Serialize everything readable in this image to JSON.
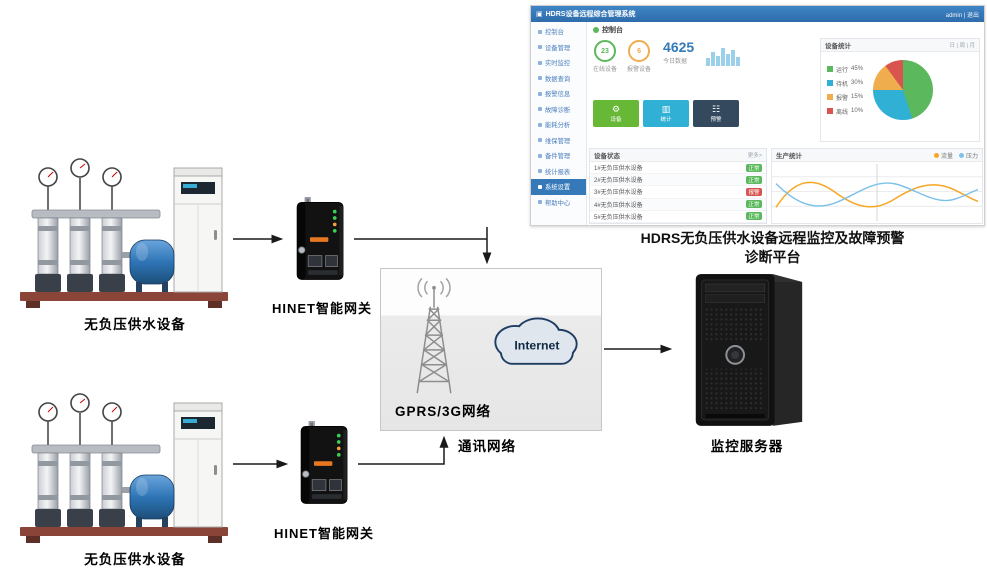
{
  "diagram": {
    "pump1_label": "无负压供水设备",
    "pump2_label": "无负压供水设备",
    "gateway1_label": "HINET智能网关",
    "gateway2_label": "HINET智能网关",
    "network_title": "GPRS/3G网络",
    "network_caption": "通讯网络",
    "internet_label": "Internet",
    "server_caption": "监控服务器",
    "platform_caption_line1": "HDRS无负压供水设备远程监控及故障预警",
    "platform_caption_line2": "诊断平台"
  },
  "dashboard": {
    "header_title": "HDRS设备远程综合管理系统",
    "header_user": "admin | 退出",
    "nav_items": [
      "控制台",
      "设备管理",
      "实时监控",
      "数据查询",
      "报警信息",
      "故障诊断",
      "能耗分析",
      "维保管理",
      "备件管理",
      "统计报表",
      "系统设置",
      "帮助中心"
    ],
    "nav_active_index": 10,
    "page_title": "控制台",
    "rings": [
      {
        "value": "23",
        "label": "在线设备",
        "color": "#5cb85c"
      },
      {
        "value": "6",
        "label": "报警设备",
        "color": "#f0ad4e"
      }
    ],
    "big_stat": {
      "value": "4625",
      "label": "今日数据",
      "color": "#337ab7"
    },
    "spark_bars": [
      8,
      14,
      10,
      18,
      12,
      16,
      9
    ],
    "tiles": [
      {
        "color": "#67b837",
        "icon": "⚙",
        "label": "设备"
      },
      {
        "color": "#31b0d5",
        "icon": "▥",
        "label": "统计"
      },
      {
        "color": "#34495e",
        "icon": "☷",
        "label": "预警"
      }
    ],
    "pie_panel": {
      "title": "设备统计",
      "tabs": "日 | 周 | 月",
      "slices": [
        {
          "label": "运行",
          "pct": "45%",
          "value": 45,
          "color": "#5cb85c"
        },
        {
          "label": "待机",
          "pct": "30%",
          "value": 30,
          "color": "#31b0d5"
        },
        {
          "label": "报警",
          "pct": "15%",
          "value": 15,
          "color": "#f0ad4e"
        },
        {
          "label": "离线",
          "pct": "10%",
          "value": 10,
          "color": "#d9534f"
        }
      ]
    },
    "table_panel": {
      "title": "设备状态",
      "more": "更多>",
      "rows": [
        {
          "name": "1#无负压供水设备",
          "status": "正常",
          "color": "#5cb85c"
        },
        {
          "name": "2#无负压供水设备",
          "status": "正常",
          "color": "#5cb85c"
        },
        {
          "name": "3#无负压供水设备",
          "status": "报警",
          "color": "#d9534f"
        },
        {
          "name": "4#无负压供水设备",
          "status": "正常",
          "color": "#5cb85c"
        },
        {
          "name": "5#无负压供水设备",
          "status": "正常",
          "color": "#5cb85c"
        }
      ]
    },
    "line_panel": {
      "title": "生产统计",
      "series": [
        {
          "name": "流量",
          "color": "#f6a623"
        },
        {
          "name": "压力",
          "color": "#7ec2e8"
        }
      ]
    }
  }
}
